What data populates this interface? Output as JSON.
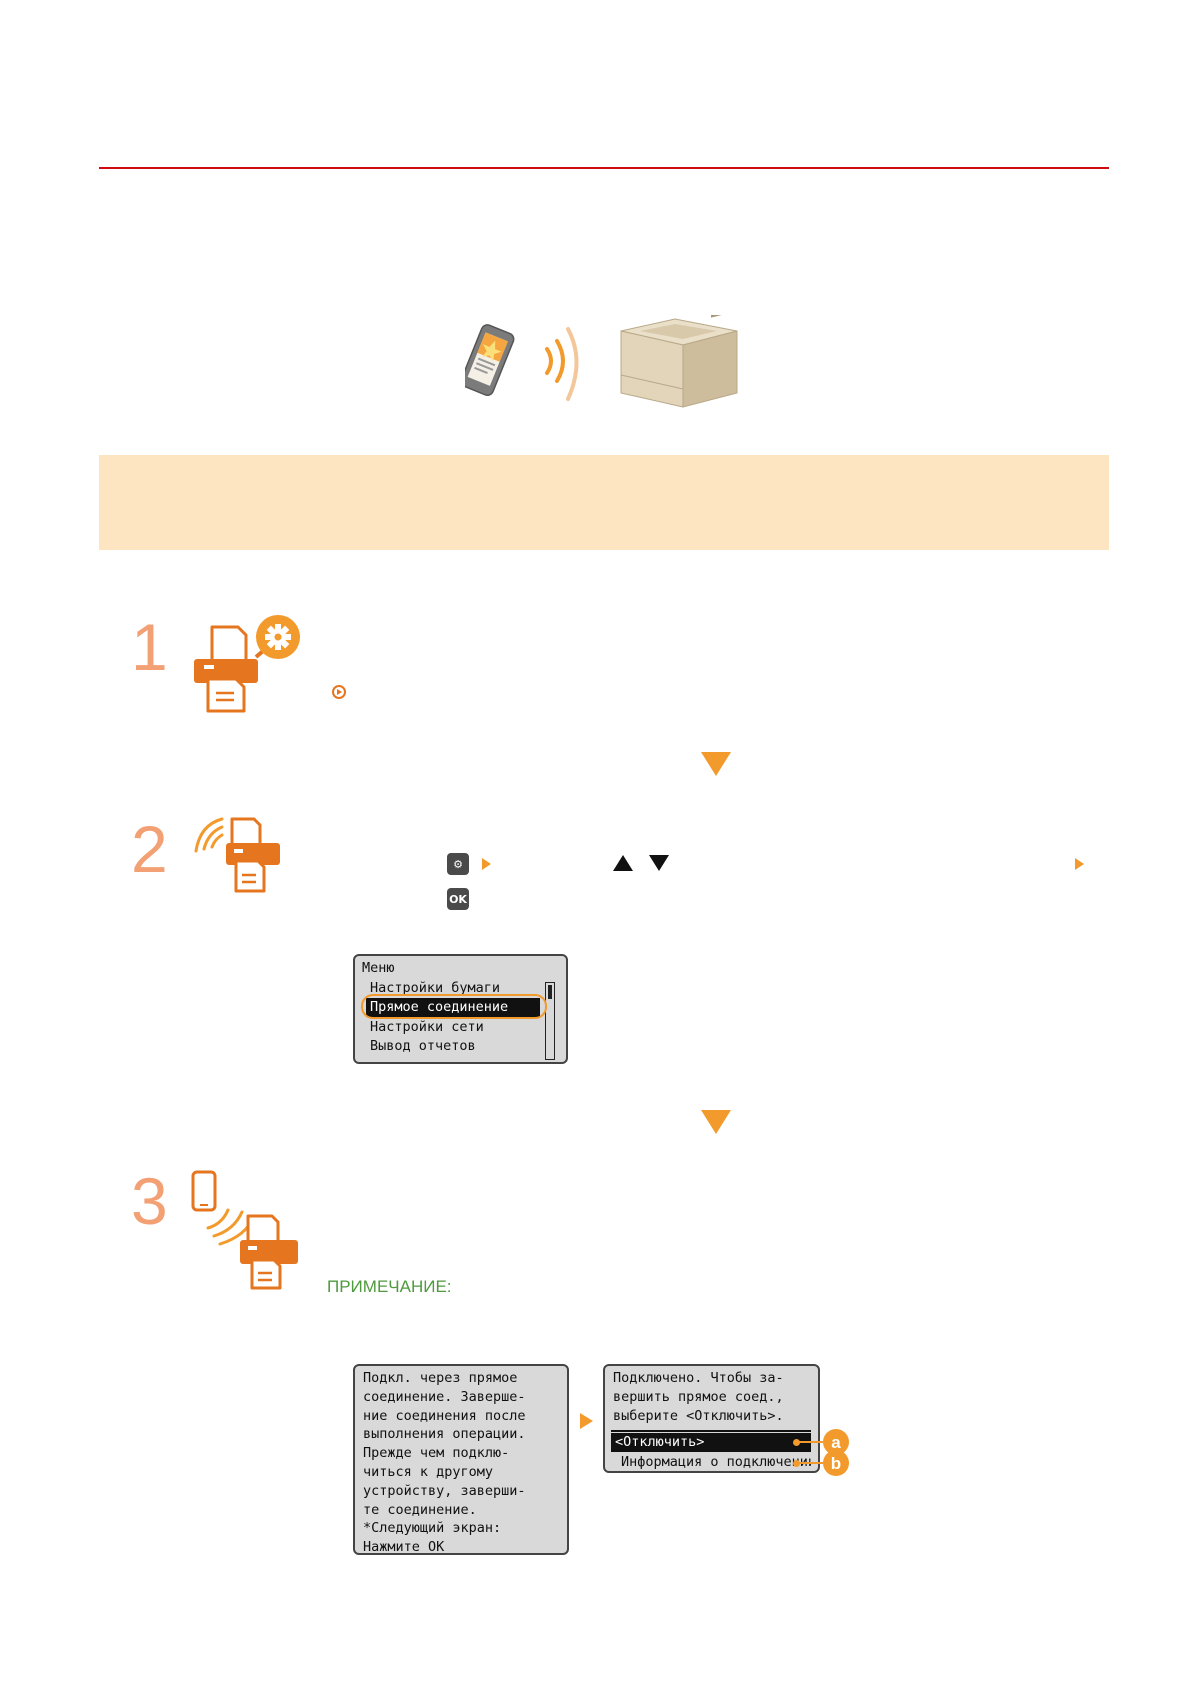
{
  "steps": [
    {
      "number": "1"
    },
    {
      "number": "2"
    },
    {
      "number": "3"
    }
  ],
  "keys": {
    "menu_key": "⚙",
    "ok_key": "OK"
  },
  "screen1": {
    "title": "Меню",
    "items": [
      "Настройки бумаги",
      "Прямое соединение",
      "Настройки сети",
      "Вывод отчетов"
    ],
    "selected_index": 1
  },
  "step3_note_label": "ПРИМЕЧАНИЕ:",
  "screen2": {
    "lines": [
      "Подкл. через прямое",
      "соединение. Заверше-",
      "ние соединения после",
      "выполнения операции.",
      "Прежде чем подклю-",
      "читься к другому",
      "устройству, заверши-",
      "те соединение.",
      "*Следующий экран:",
      "Нажмите OK"
    ]
  },
  "screen3": {
    "lines": [
      "Подключено. Чтобы за-",
      "вершить прямое соед.,",
      "выберите <Отключить>."
    ],
    "items": [
      "<Отключить>",
      "Информация о подключении"
    ]
  },
  "callouts": [
    "a",
    "b"
  ],
  "colors": {
    "accent": "#f39a2c",
    "rule": "#d10a11",
    "banner": "#fde5c2",
    "note": "#4f9a3e"
  }
}
